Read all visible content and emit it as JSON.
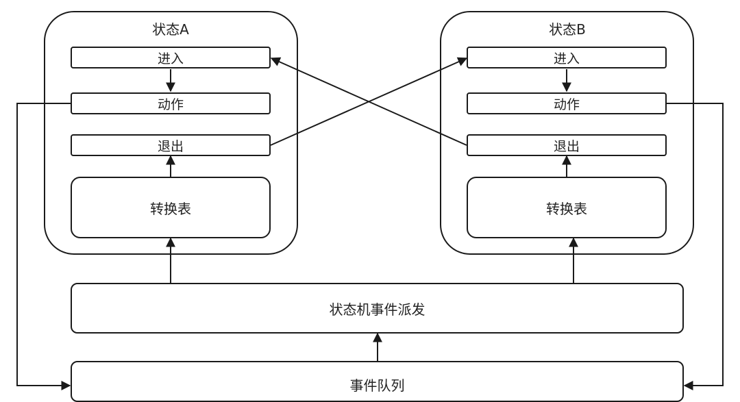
{
  "state_a": {
    "title": "状态A",
    "enter": "进入",
    "action": "动作",
    "exit": "退出",
    "transition_table": "转换表"
  },
  "state_b": {
    "title": "状态B",
    "enter": "进入",
    "action": "动作",
    "exit": "退出",
    "transition_table": "转换表"
  },
  "dispatcher": {
    "label": "状态机事件派发"
  },
  "event_queue": {
    "label": "事件队列"
  },
  "colors": {
    "line": "#1a1a1a",
    "background": "#ffffff"
  }
}
